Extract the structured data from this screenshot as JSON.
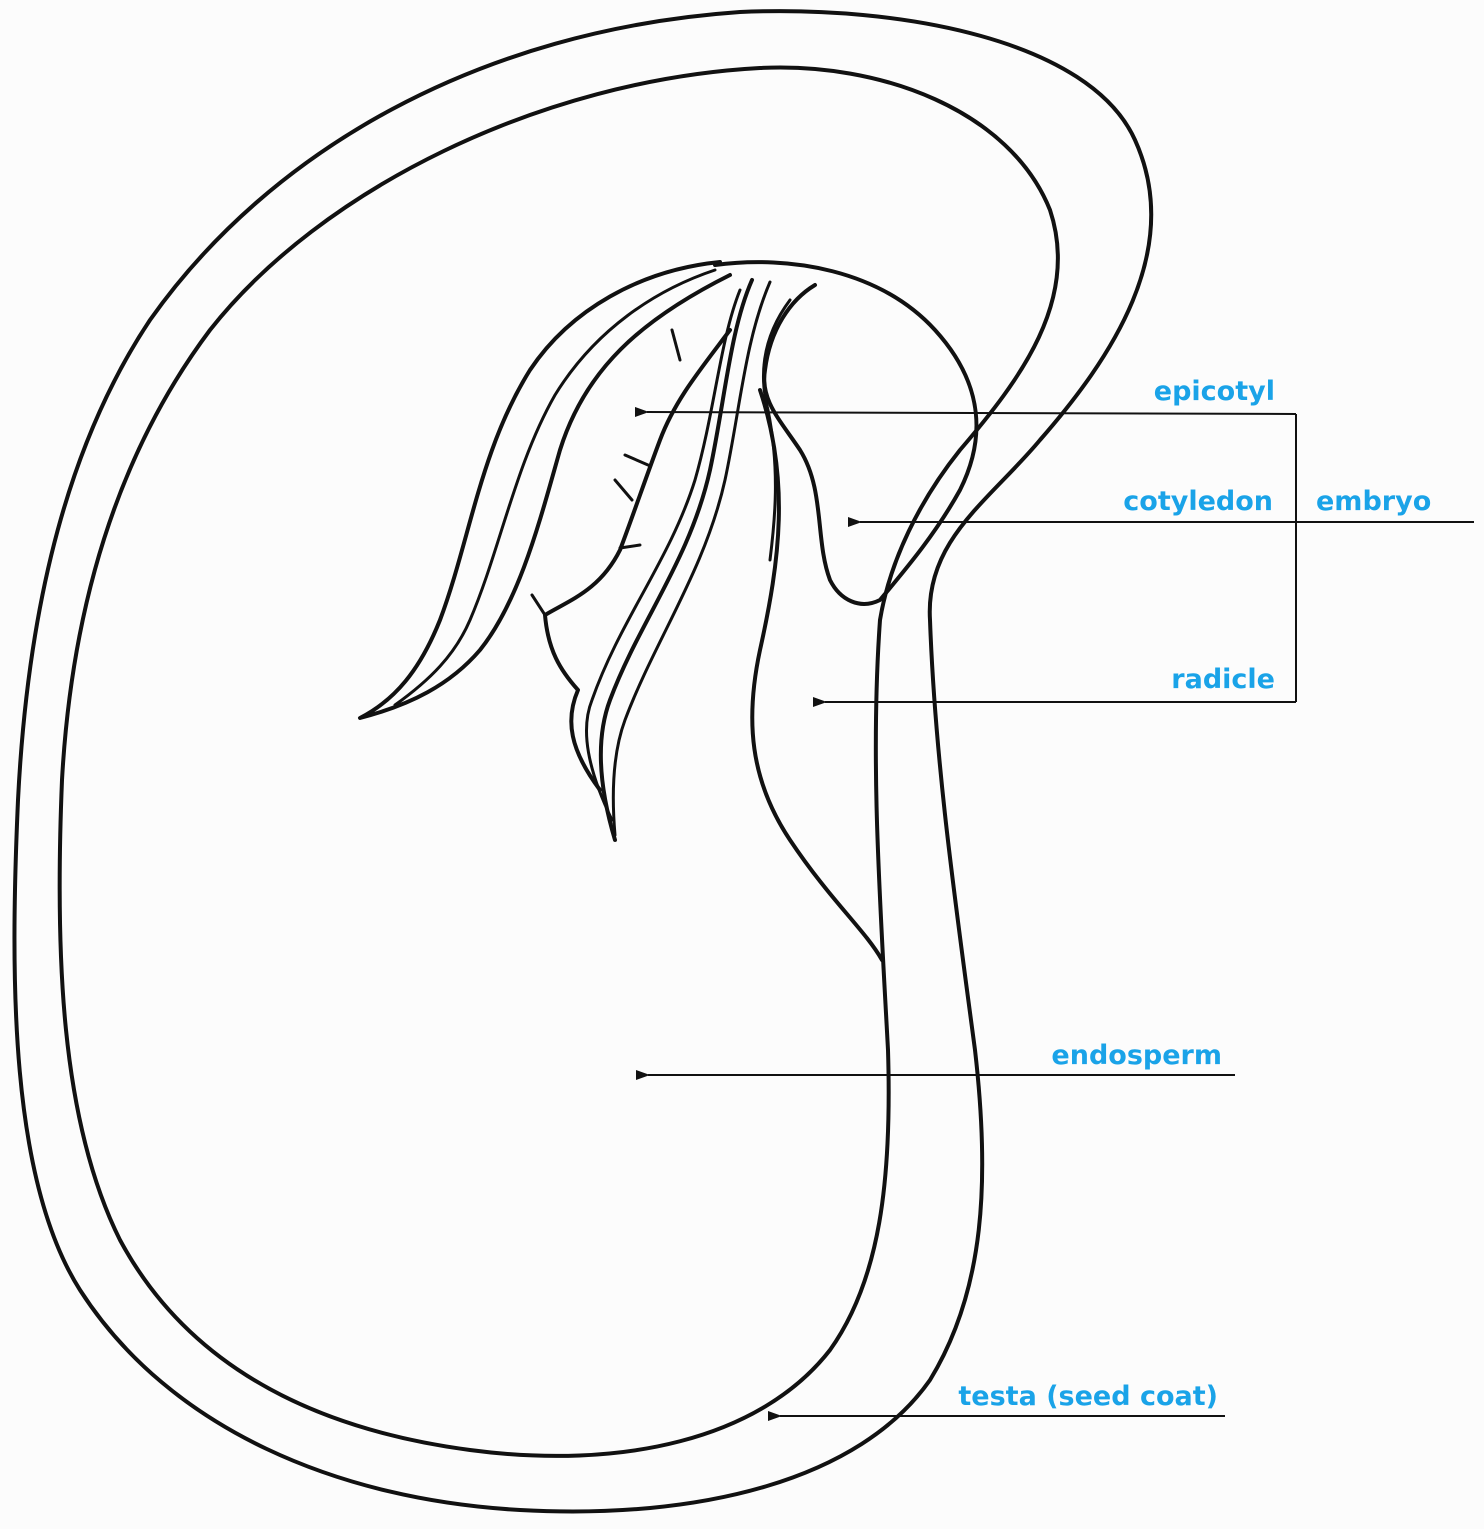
{
  "diagram": {
    "label_color": "#1aa3e8",
    "line_color": "#111111",
    "labels": {
      "epicotyl": "epicotyl",
      "cotyledon": "cotyledon",
      "embryo": "embryo",
      "radicle": "radicle",
      "endosperm": "endosperm",
      "testa": "testa (seed coat)"
    }
  }
}
